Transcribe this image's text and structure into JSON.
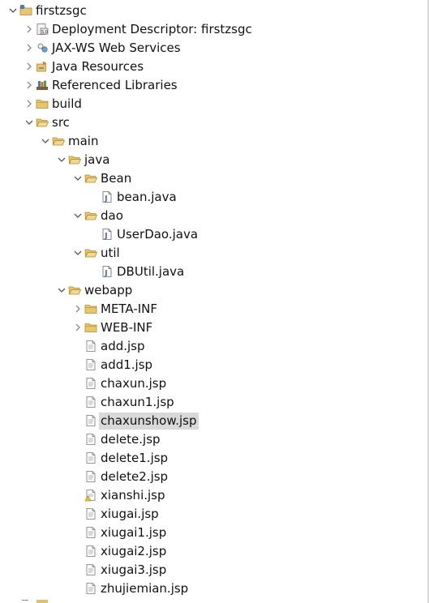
{
  "tree": {
    "items": [
      {
        "label": "firstzsgc",
        "depth": 0,
        "arrow": "expanded",
        "icon": "project-icon"
      },
      {
        "label": "Deployment Descriptor: firstzsgc",
        "depth": 1,
        "arrow": "collapsed",
        "icon": "deployment-descriptor-icon"
      },
      {
        "label": "JAX-WS Web Services",
        "depth": 1,
        "arrow": "collapsed",
        "icon": "web-services-icon"
      },
      {
        "label": "Java Resources",
        "depth": 1,
        "arrow": "collapsed",
        "icon": "java-resources-icon"
      },
      {
        "label": "Referenced Libraries",
        "depth": 1,
        "arrow": "collapsed",
        "icon": "referenced-libraries-icon"
      },
      {
        "label": "build",
        "depth": 1,
        "arrow": "collapsed",
        "icon": "folder-icon"
      },
      {
        "label": "src",
        "depth": 1,
        "arrow": "expanded",
        "icon": "folder-open-icon"
      },
      {
        "label": "main",
        "depth": 2,
        "arrow": "expanded",
        "icon": "folder-open-icon"
      },
      {
        "label": "java",
        "depth": 3,
        "arrow": "expanded",
        "icon": "folder-open-icon"
      },
      {
        "label": "Bean",
        "depth": 4,
        "arrow": "expanded",
        "icon": "folder-open-icon"
      },
      {
        "label": "bean.java",
        "depth": 5,
        "arrow": "none",
        "icon": "java-file-icon"
      },
      {
        "label": "dao",
        "depth": 4,
        "arrow": "expanded",
        "icon": "folder-open-icon"
      },
      {
        "label": "UserDao.java",
        "depth": 5,
        "arrow": "none",
        "icon": "java-file-icon"
      },
      {
        "label": "util",
        "depth": 4,
        "arrow": "expanded",
        "icon": "folder-open-icon"
      },
      {
        "label": "DBUtil.java",
        "depth": 5,
        "arrow": "none",
        "icon": "java-file-icon"
      },
      {
        "label": "webapp",
        "depth": 3,
        "arrow": "expanded",
        "icon": "folder-open-icon"
      },
      {
        "label": "META-INF",
        "depth": 4,
        "arrow": "collapsed",
        "icon": "folder-icon"
      },
      {
        "label": "WEB-INF",
        "depth": 4,
        "arrow": "collapsed",
        "icon": "folder-icon"
      },
      {
        "label": "add.jsp",
        "depth": 4,
        "arrow": "none",
        "icon": "jsp-file-icon"
      },
      {
        "label": "add1.jsp",
        "depth": 4,
        "arrow": "none",
        "icon": "jsp-file-icon"
      },
      {
        "label": "chaxun.jsp",
        "depth": 4,
        "arrow": "none",
        "icon": "jsp-file-icon"
      },
      {
        "label": "chaxun1.jsp",
        "depth": 4,
        "arrow": "none",
        "icon": "jsp-file-icon"
      },
      {
        "label": "chaxunshow.jsp",
        "depth": 4,
        "arrow": "none",
        "icon": "jsp-file-icon",
        "selected": true
      },
      {
        "label": "delete.jsp",
        "depth": 4,
        "arrow": "none",
        "icon": "jsp-file-icon"
      },
      {
        "label": "delete1.jsp",
        "depth": 4,
        "arrow": "none",
        "icon": "jsp-file-icon"
      },
      {
        "label": "delete2.jsp",
        "depth": 4,
        "arrow": "none",
        "icon": "jsp-file-icon"
      },
      {
        "label": "xianshi.jsp",
        "depth": 4,
        "arrow": "none",
        "icon": "jsp-file-warning-icon"
      },
      {
        "label": "xiugai.jsp",
        "depth": 4,
        "arrow": "none",
        "icon": "jsp-file-icon"
      },
      {
        "label": "xiugai1.jsp",
        "depth": 4,
        "arrow": "none",
        "icon": "jsp-file-icon"
      },
      {
        "label": "xiugai2.jsp",
        "depth": 4,
        "arrow": "none",
        "icon": "jsp-file-icon"
      },
      {
        "label": "xiugai3.jsp",
        "depth": 4,
        "arrow": "none",
        "icon": "jsp-file-icon"
      },
      {
        "label": "zhujiemian.jsp",
        "depth": 4,
        "arrow": "none",
        "icon": "jsp-file-icon"
      }
    ]
  },
  "colors": {
    "folder": "#e3c06e",
    "selection": "#d9d9d9",
    "java_file": "#3a6fb0"
  }
}
